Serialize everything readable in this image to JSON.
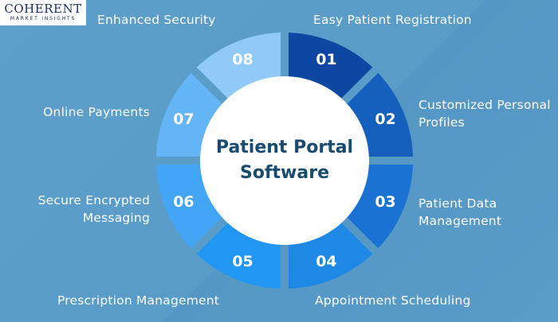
{
  "logo": {
    "line1": "COHERENT",
    "line2": "MARKET INSIGHTS"
  },
  "center_title": {
    "line1": "Patient Portal",
    "line2": "Software"
  },
  "segments": [
    {
      "number": "01",
      "label": "Easy Patient Registration",
      "color": "#0d47a1"
    },
    {
      "number": "02",
      "label": "Customized Personal Profiles",
      "color": "#1560bd"
    },
    {
      "number": "03",
      "label": "Patient Data Management",
      "color": "#1a73d2"
    },
    {
      "number": "04",
      "label": "Appointment Scheduling",
      "color": "#1e88e5"
    },
    {
      "number": "05",
      "label": "Prescription Management",
      "color": "#2196f3"
    },
    {
      "number": "06",
      "label": "Secure Encrypted Messaging",
      "color": "#42a5f5"
    },
    {
      "number": "07",
      "label": "Online Payments",
      "color": "#64b5f6"
    },
    {
      "number": "08",
      "label": "Enhanced Security",
      "color": "#90caf9"
    }
  ]
}
